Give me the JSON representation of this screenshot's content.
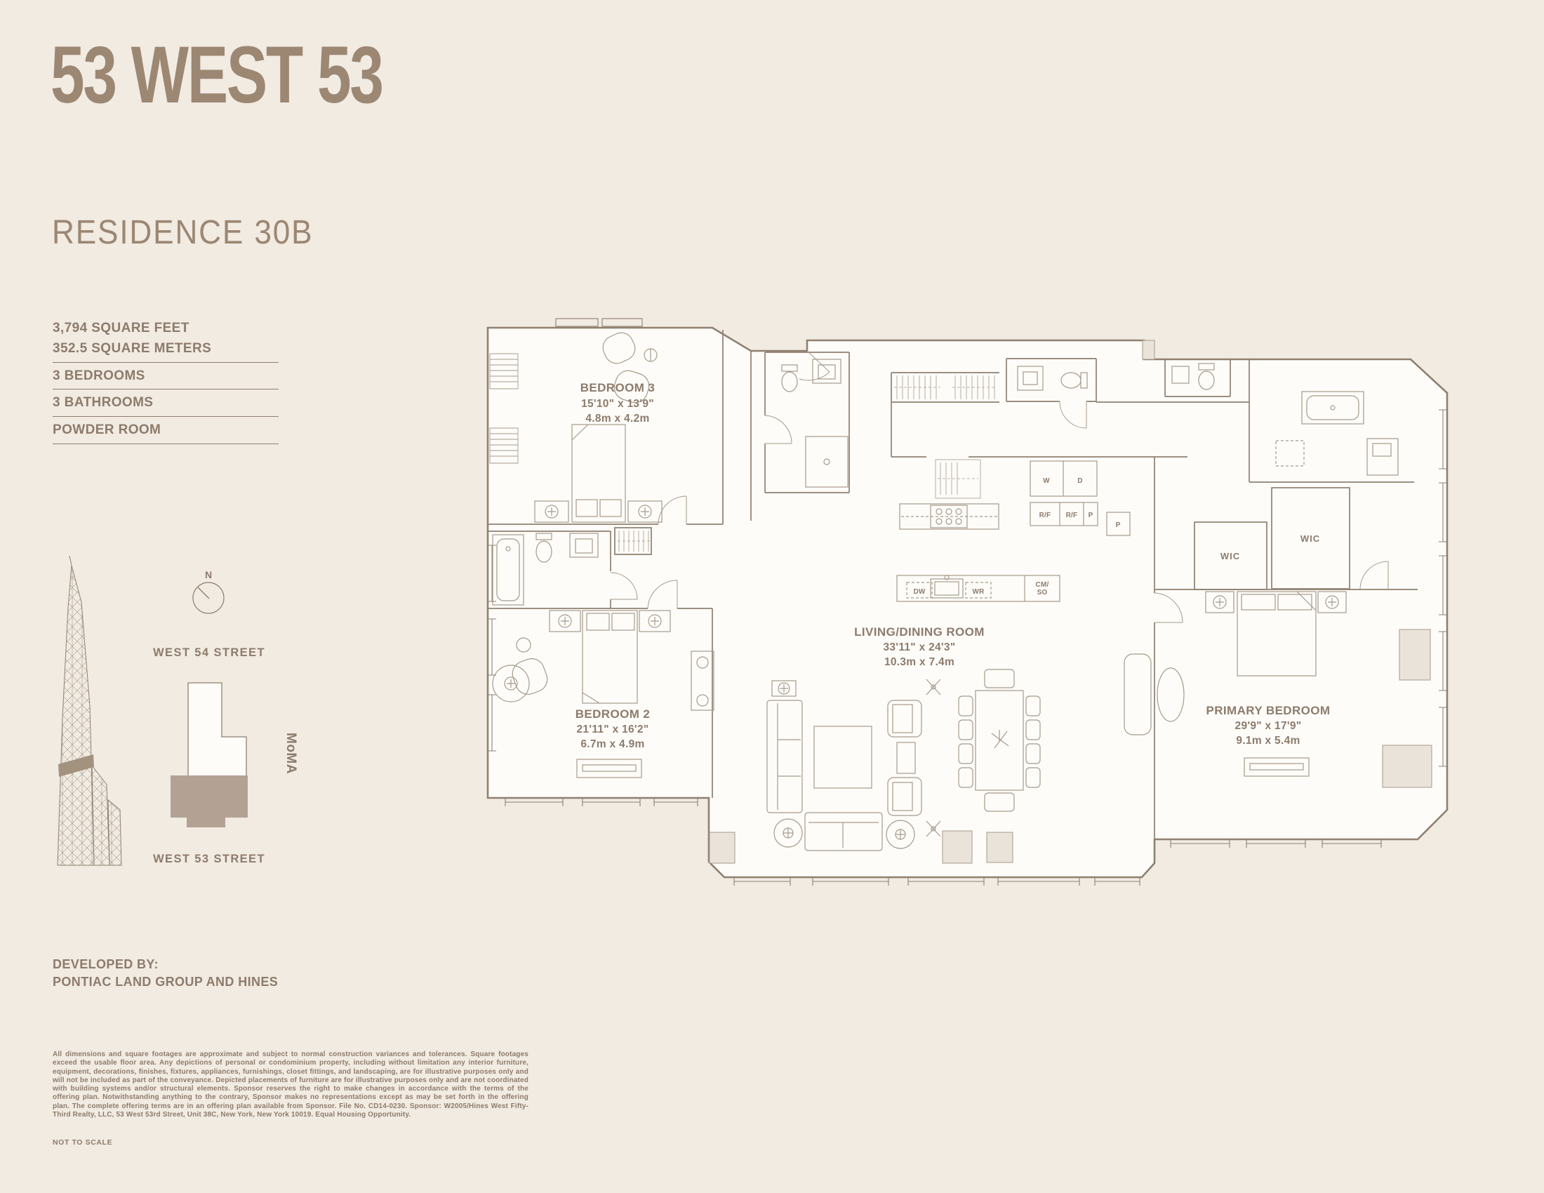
{
  "theme": {
    "background": "#f1ebe2",
    "accent": "#9c8773",
    "text": "#8d7b6c",
    "wall_line": "#8f8070",
    "furniture_line": "#a79a8b",
    "footprint_fill": "#b3a294"
  },
  "header": {
    "building_name": "53 WEST 53",
    "residence_title": "RESIDENCE 30B"
  },
  "specs": {
    "area_sqft": "3,794 SQUARE FEET",
    "area_sqm": "352.5 SQUARE METERS",
    "items": [
      "3 BEDROOMS",
      "3 BATHROOMS",
      "POWDER ROOM"
    ]
  },
  "map": {
    "north": "N",
    "street_top": "WEST 54 STREET",
    "street_bottom": "WEST 53 STREET",
    "museum": "MoMA"
  },
  "plan": {
    "rooms": [
      {
        "name": "BEDROOM 3",
        "imperial": "15'10\" x 13'9\"",
        "metric": "4.8m x 4.2m"
      },
      {
        "name": "BEDROOM 2",
        "imperial": "21'11\" x 16'2\"",
        "metric": "6.7m x 4.9m"
      },
      {
        "name": "LIVING/DINING ROOM",
        "imperial": "33'11\" x 24'3\"",
        "metric": "10.3m x 7.4m"
      },
      {
        "name": "PRIMARY BEDROOM",
        "imperial": "29'9\" x 17'9\"",
        "metric": "9.1m x 5.4m"
      }
    ],
    "labels": {
      "wic": "WIC",
      "washer": "W",
      "dryer": "D",
      "fridge": "R/F",
      "pantry": "P",
      "dishwasher": "DW",
      "wine_fridge": "WR",
      "coffee_line1": "CM/",
      "coffee_line2": "SO"
    }
  },
  "footer": {
    "developed_by_label": "DEVELOPED BY:",
    "developer": "PONTIAC LAND GROUP AND HINES",
    "disclaimer": "All dimensions and square footages are approximate and subject to normal construction variances and tolerances. Square footages exceed the usable floor area. Any depictions of personal or condominium property, including without limitation any interior furniture, equipment, decorations, finishes, fixtures, appliances, furnishings, closet fittings, and landscaping, are for illustrative purposes only and will not be included as part of the conveyance. Depicted placements of furniture are for illustrative purposes only and are not coordinated with building systems and/or structural elements. Sponsor reserves the right to make changes in accordance with the terms of the offering plan. Notwithstanding anything to the contrary, Sponsor makes no representations except as may be set forth in the offering plan. The complete offering terms are in an offering plan available from Sponsor. File No. CD14-0230. Sponsor: W2005/Hines West Fifty-Third Realty, LLC, 53 West 53rd Street, Unit 38C, New York, New York 10019. Equal Housing Opportunity.",
    "not_to_scale": "NOT TO SCALE"
  }
}
